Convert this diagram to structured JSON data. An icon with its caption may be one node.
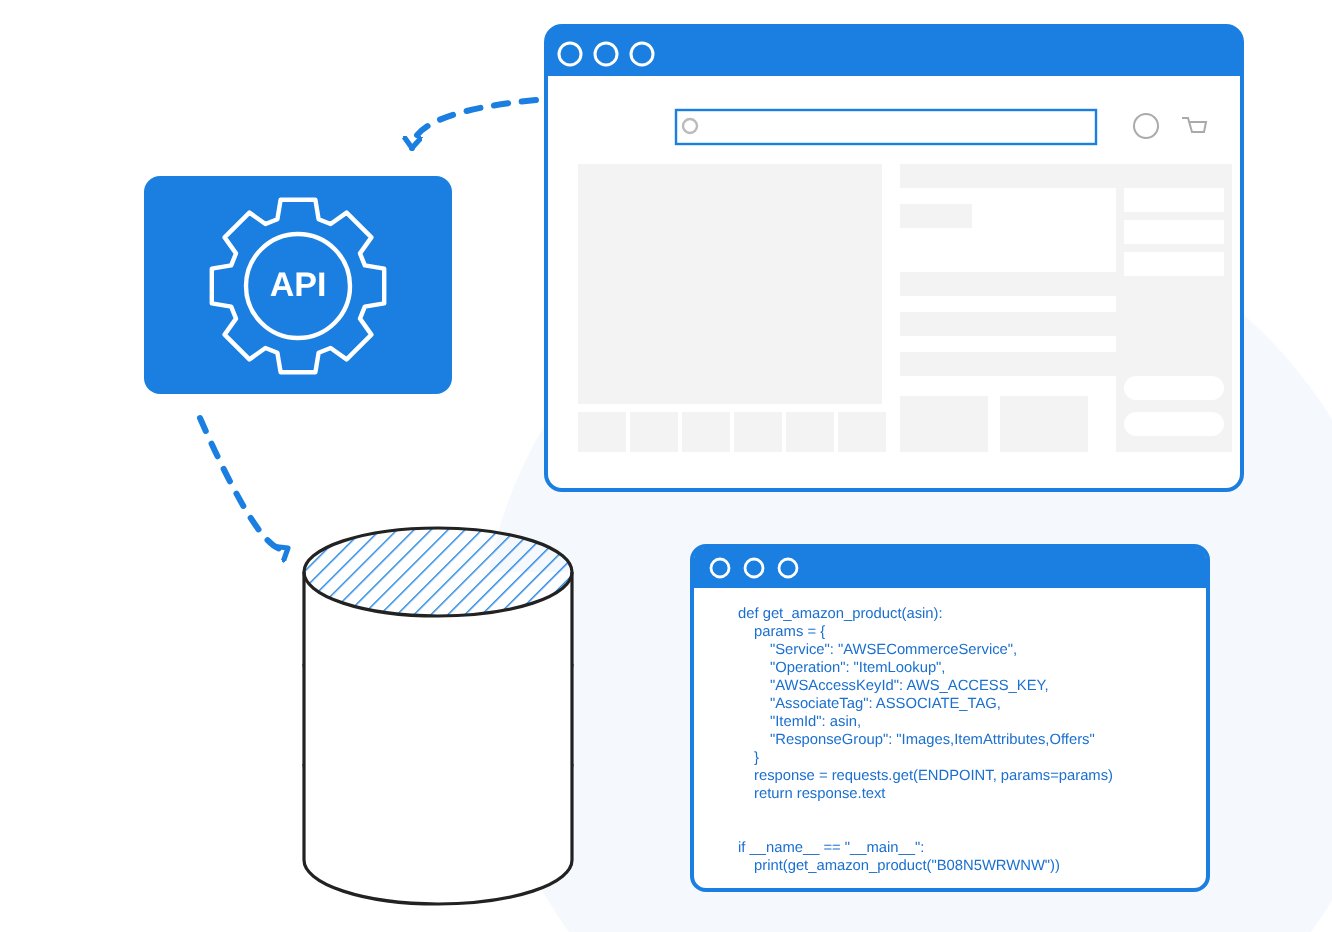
{
  "diagram": {
    "nodes": [
      {
        "text": [],
        "shape": "picture"
      },
      {
        "text": [
          "API"
        ]
      },
      {
        "text": [],
        "shape": "cylinder"
      },
      {
        "text": [
          "def get_amazon_product(asin):",
          "params = {",
          "\"Service\": \"AWSECommerceService\",",
          "\"Operation\": \"ItemLookup\",",
          "\"AWSAccessKeyId\": AWS_ACCESS_KEY,",
          "\"AssociateTag\": ASSOCIATE_TAG,",
          "\"ItemId\": asin,",
          "\"ResponseGroup\": \"Images,ItemAttributes,Offers\"",
          "}",
          "response = requests.get(ENDPOINT, params=params)",
          "return response.text",
          "if __name__ == \"__main__\":",
          "print(get_amazon_product(\"B08N5WRWNW\"))"
        ]
      }
    ],
    "edges": [
      {
        "from": 0,
        "to": 1,
        "arrow": "to",
        "style": "dashed"
      },
      {
        "from": 1,
        "to": 2,
        "arrow": "to",
        "style": "dashed"
      }
    ]
  }
}
